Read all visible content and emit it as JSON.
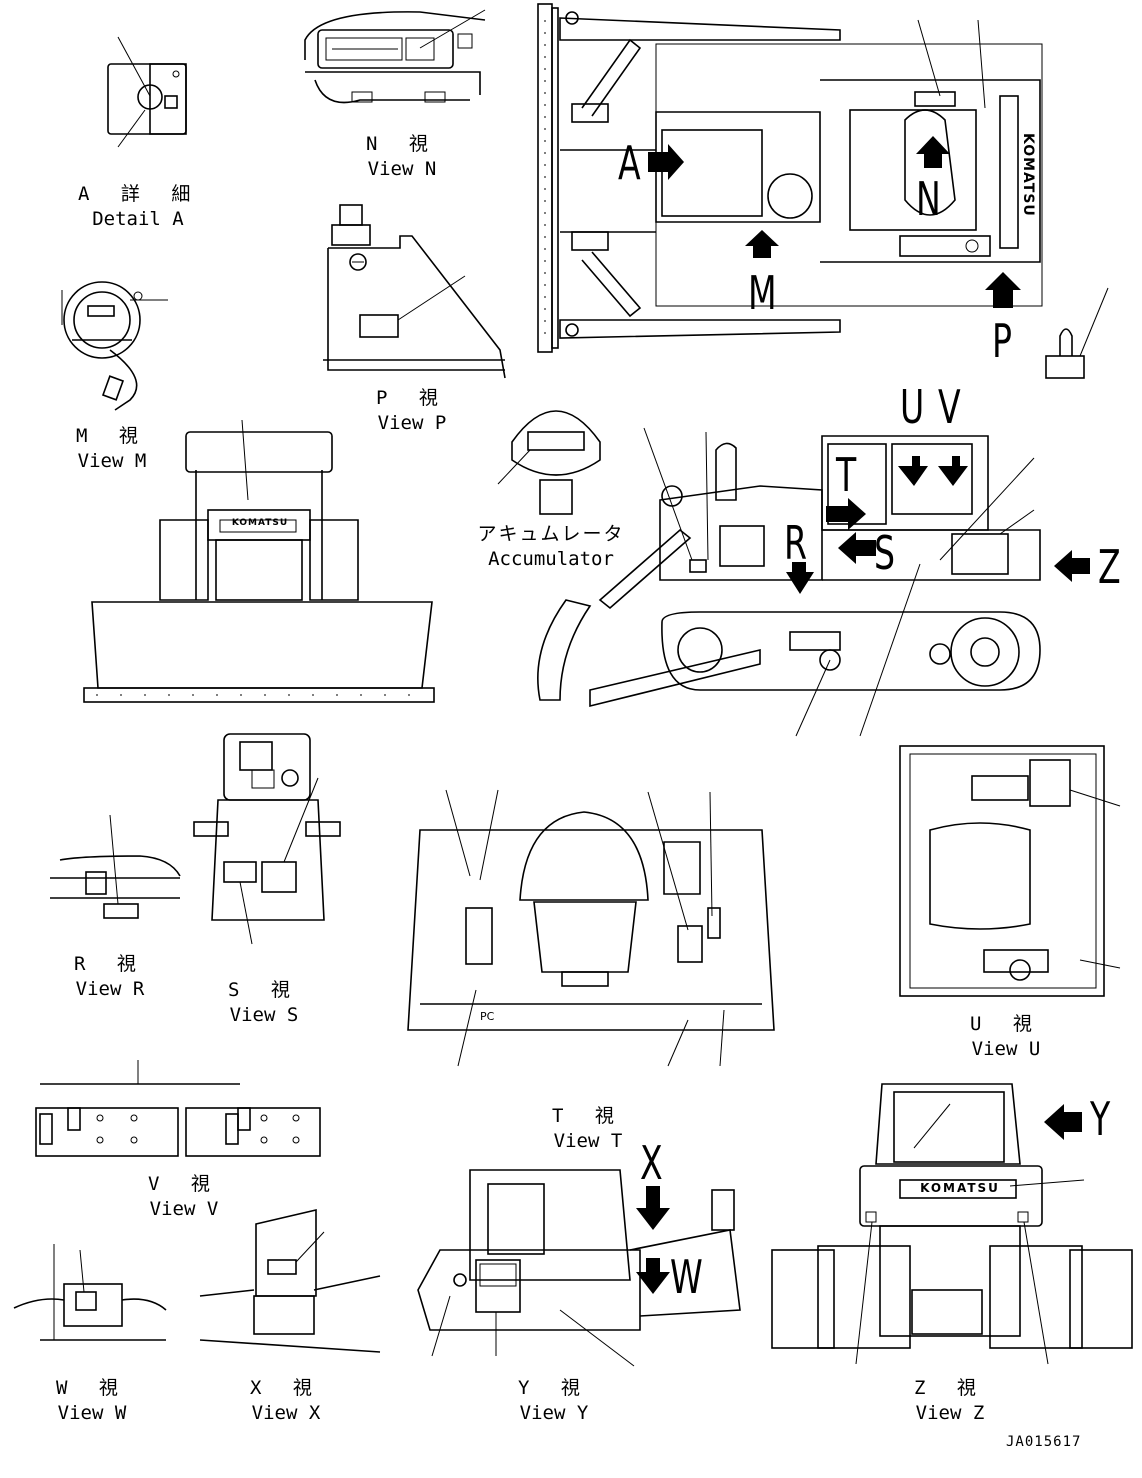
{
  "views": {
    "detail_a": {
      "jp": "A 詳 細",
      "en": "Detail A"
    },
    "view_n": {
      "jp": "N 視",
      "en": "View N"
    },
    "view_p": {
      "jp": "P 視",
      "en": "View P"
    },
    "view_m": {
      "jp": "M 視",
      "en": "View M"
    },
    "accumulator": {
      "jp": "アキュムレータ",
      "en": "Accumulator"
    },
    "view_r": {
      "jp": "R 視",
      "en": "View R"
    },
    "view_s": {
      "jp": "S 視",
      "en": "View S"
    },
    "view_t": {
      "jp": "T 視",
      "en": "View T"
    },
    "view_u": {
      "jp": "U 視",
      "en": "View U"
    },
    "view_v": {
      "jp": "V 視",
      "en": "View V"
    },
    "view_w": {
      "jp": "W 視",
      "en": "View W"
    },
    "view_x": {
      "jp": "X 視",
      "en": "View X"
    },
    "view_y": {
      "jp": "Y 視",
      "en": "View Y"
    },
    "view_z": {
      "jp": "Z 視",
      "en": "View Z"
    }
  },
  "direction_letters": {
    "a": "A",
    "n": "N",
    "m": "M",
    "p": "P",
    "u": "U",
    "v": "V",
    "t": "T",
    "r": "R",
    "s": "S",
    "z": "Z",
    "x": "X",
    "w": "W",
    "y": "Y"
  },
  "brand": {
    "logo_text": "KOMATSU"
  },
  "misc": {
    "pc_mark": "PC"
  },
  "document_id": "JA015617"
}
